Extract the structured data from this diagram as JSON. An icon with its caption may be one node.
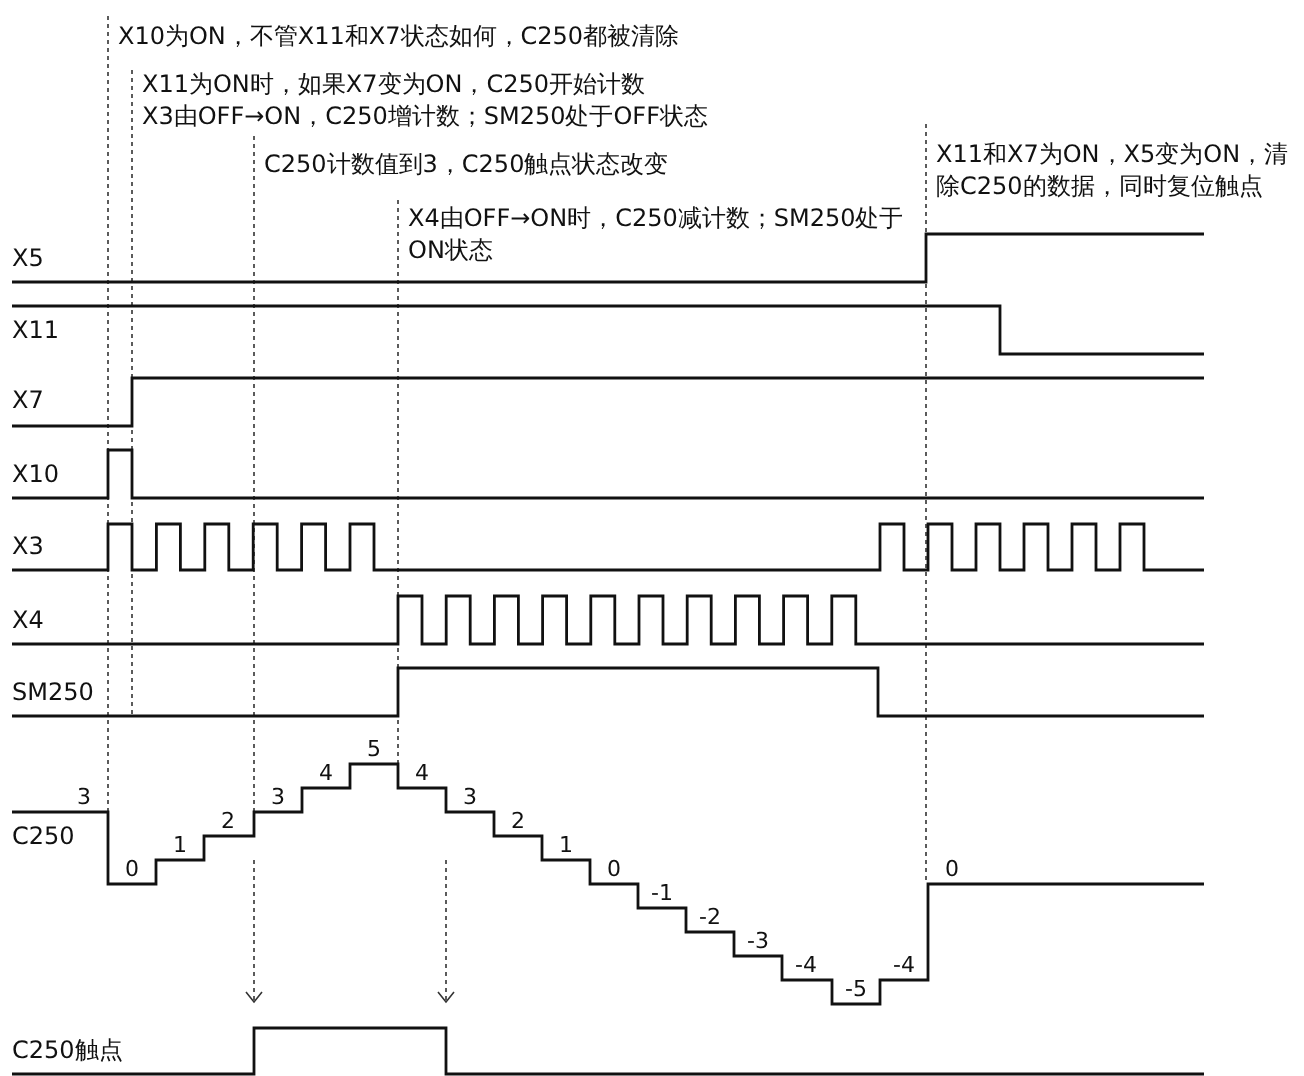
{
  "diagram": {
    "labels": [
      "X10为ON，不管X11和X7状态如何，C250都被清除",
      "X11为ON时，如果X7变为ON，C250开始计数",
      "X3由OFF→ON，C250增计数；SM250处于OFF状态",
      "C250计数值到3，C250触点状态改变",
      "X4由OFF→ON时，C250减计数；SM250处于ON状态",
      "X11和X7为ON，X5变为ON，清除C250的数据，同时复位触点",
      "X5",
      "X11",
      "X7",
      "X10",
      "X3",
      "X4",
      "SM250",
      "C250",
      "C250触点",
      "3",
      "0",
      "1",
      "2",
      "3",
      "4",
      "5",
      "4",
      "3",
      "2",
      "1",
      "0",
      "-1",
      "-2",
      "-3",
      "-4",
      "-5",
      "-4",
      "0"
    ]
  }
}
